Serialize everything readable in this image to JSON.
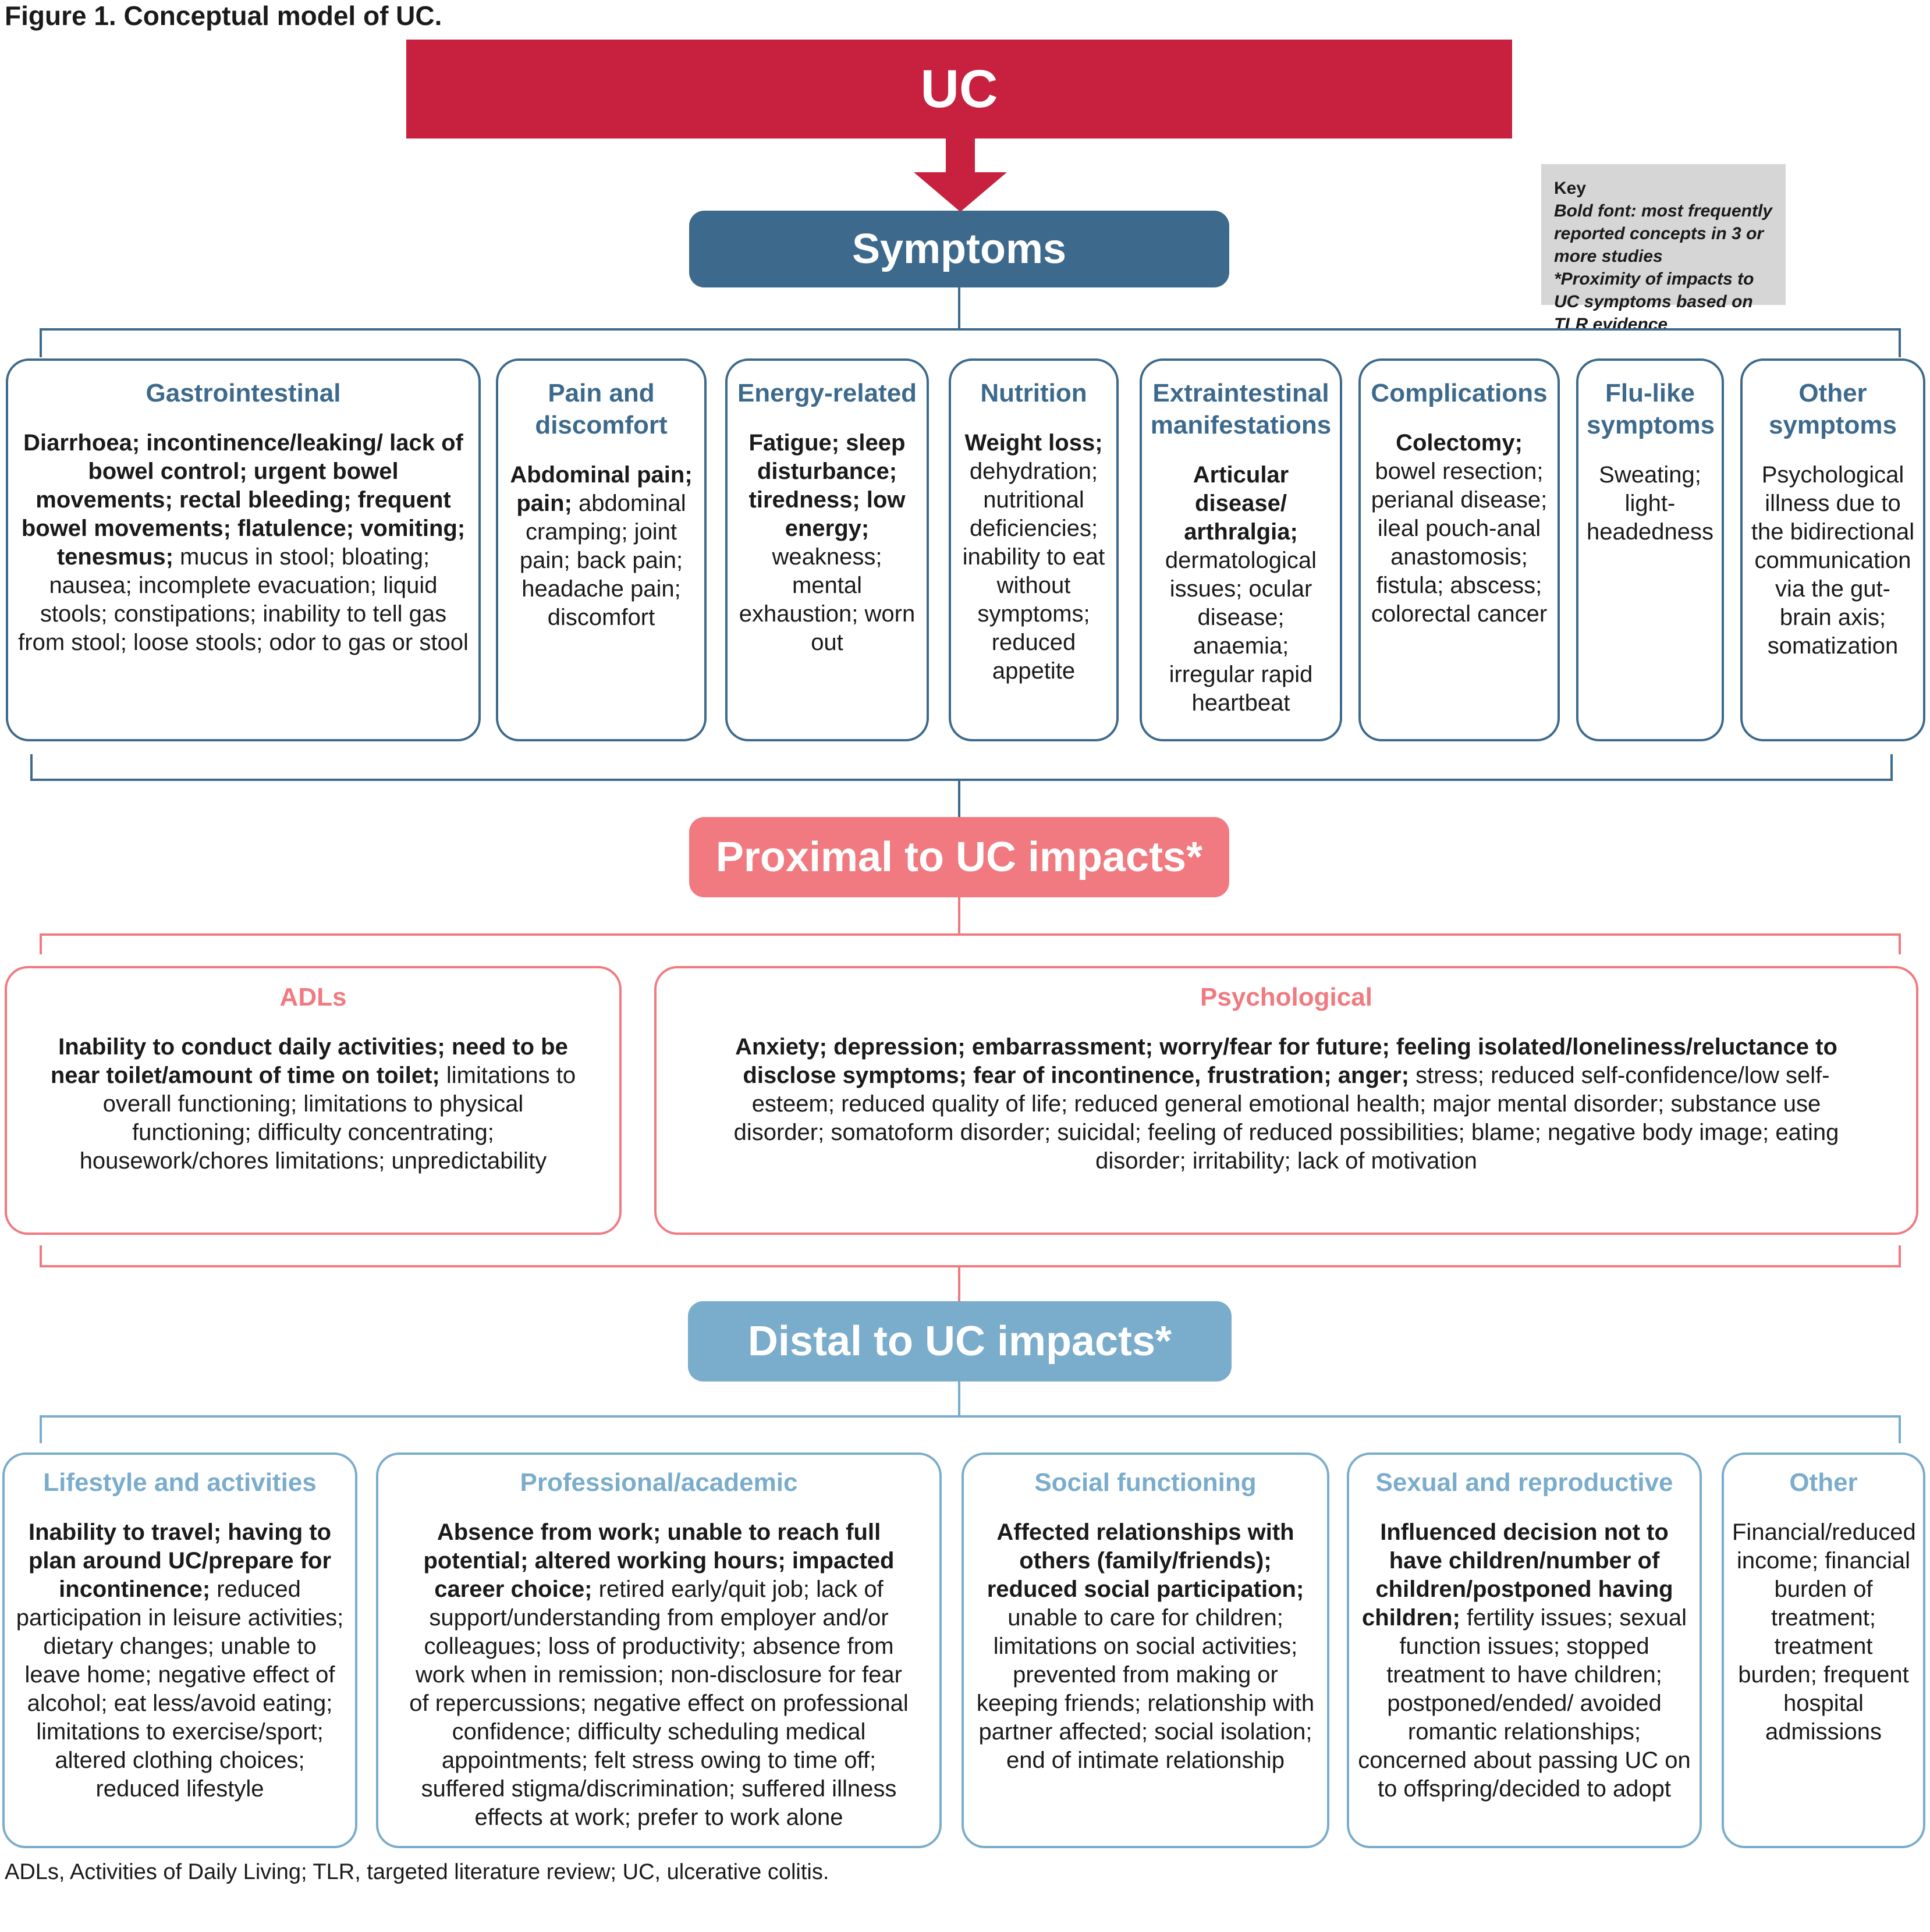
{
  "figure_title": "Figure 1. Conceptual model of UC.",
  "top_box": "UC",
  "key": {
    "title": "Key",
    "line1": "Bold font: most frequently reported concepts in 3 or more studies",
    "line2": "*Proximity of impacts to UC symptoms based on TLR evidence"
  },
  "sections": {
    "symptoms": "Symptoms",
    "proximal": "Proximal to UC impacts*",
    "distal": "Distal to UC impacts*"
  },
  "symptom_boxes": [
    {
      "title": "Gastrointestinal",
      "bold": "Diarrhoea; incontinence/leaking/ lack of bowel control; urgent bowel movements; rectal bleeding; frequent bowel movements; flatulence; vomiting; tenesmus;",
      "normal": "mucus in stool; bloating; nausea; incomplete evacuation; liquid stools; constipations; inability to tell gas from stool; loose stools; odor to gas or stool"
    },
    {
      "title": "Pain and discomfort",
      "bold": "Abdominal pain; pain;",
      "normal": "abdominal cramping; joint pain; back pain; headache pain; discomfort"
    },
    {
      "title": "Energy-related",
      "bold": "Fatigue; sleep disturbance; tiredness; low energy;",
      "normal": "weakness; mental exhaustion; worn out"
    },
    {
      "title": "Nutrition",
      "bold": "Weight loss;",
      "normal": "dehydration; nutritional deficiencies; inability to eat without symptoms; reduced appetite"
    },
    {
      "title": "Extraintestinal manifestations",
      "bold": "Articular disease/ arthralgia;",
      "normal": "dermatological issues; ocular disease; anaemia; irregular rapid heartbeat"
    },
    {
      "title": "Complications",
      "bold": "Colectomy;",
      "normal": "bowel resection; perianal disease; ileal pouch-anal anastomosis; fistula; abscess; colorectal cancer"
    },
    {
      "title": "Flu-like symptoms",
      "bold": "",
      "normal": "Sweating; light-headedness"
    },
    {
      "title": "Other symptoms",
      "bold": "",
      "normal": "Psychological illness due to the bidirectional communication via the gut-brain axis; somatization"
    }
  ],
  "proximal_boxes": [
    {
      "title": "ADLs",
      "bold": "Inability to conduct daily activities; need to be near toilet/amount of time on toilet;",
      "normal": "limitations to overall functioning; limitations to physical functioning; difficulty concentrating; housework/chores limitations; unpredictability"
    },
    {
      "title": "Psychological",
      "bold": "Anxiety; depression; embarrassment; worry/fear for future; feeling isolated/loneliness/reluctance to disclose symptoms; fear of incontinence, frustration; anger;",
      "normal": "stress; reduced self-confidence/low self-esteem; reduced quality of life; reduced general emotional health; major mental disorder; substance use disorder; somatoform disorder; suicidal; feeling of reduced possibilities; blame; negative body image; eating disorder; irritability; lack of motivation"
    }
  ],
  "distal_boxes": [
    {
      "title": "Lifestyle and activities",
      "bold": "Inability to travel; having to plan around UC/prepare for incontinence;",
      "normal": "reduced participation in leisure activities; dietary changes; unable to leave home; negative effect of alcohol; eat less/avoid eating; limitations to exercise/sport; altered clothing choices; reduced lifestyle"
    },
    {
      "title": "Professional/academic",
      "bold": "Absence from work; unable to reach full potential; altered working hours; impacted career choice;",
      "normal": "retired early/quit job; lack of support/understanding from employer and/or colleagues; loss of productivity; absence from work when in remission; non-disclosure for fear of repercussions; negative effect on professional confidence; difficulty scheduling medical appointments; felt stress owing to time off; suffered stigma/discrimination; suffered illness effects at work; prefer to work alone"
    },
    {
      "title": "Social functioning",
      "bold": "Affected relationships with others (family/friends); reduced social participation;",
      "normal": "unable to care for children; limitations on social activities; prevented from making or keeping friends; relationship with partner affected; social isolation; end of intimate relationship"
    },
    {
      "title": "Sexual and reproductive",
      "bold": "Influenced decision not to have children/number of children/postponed having children;",
      "normal": "fertility issues; sexual function issues; stopped treatment to have children; postponed/ended/ avoided romantic relationships; concerned about passing UC on to offspring/decided to adopt"
    },
    {
      "title": "Other",
      "bold": "",
      "normal": "Financial/reduced income; financial burden of treatment; treatment burden; frequent hospital admissions"
    }
  ],
  "footnote": "ADLs, Activities of Daily Living; TLR, targeted literature review; UC, ulcerative colitis."
}
